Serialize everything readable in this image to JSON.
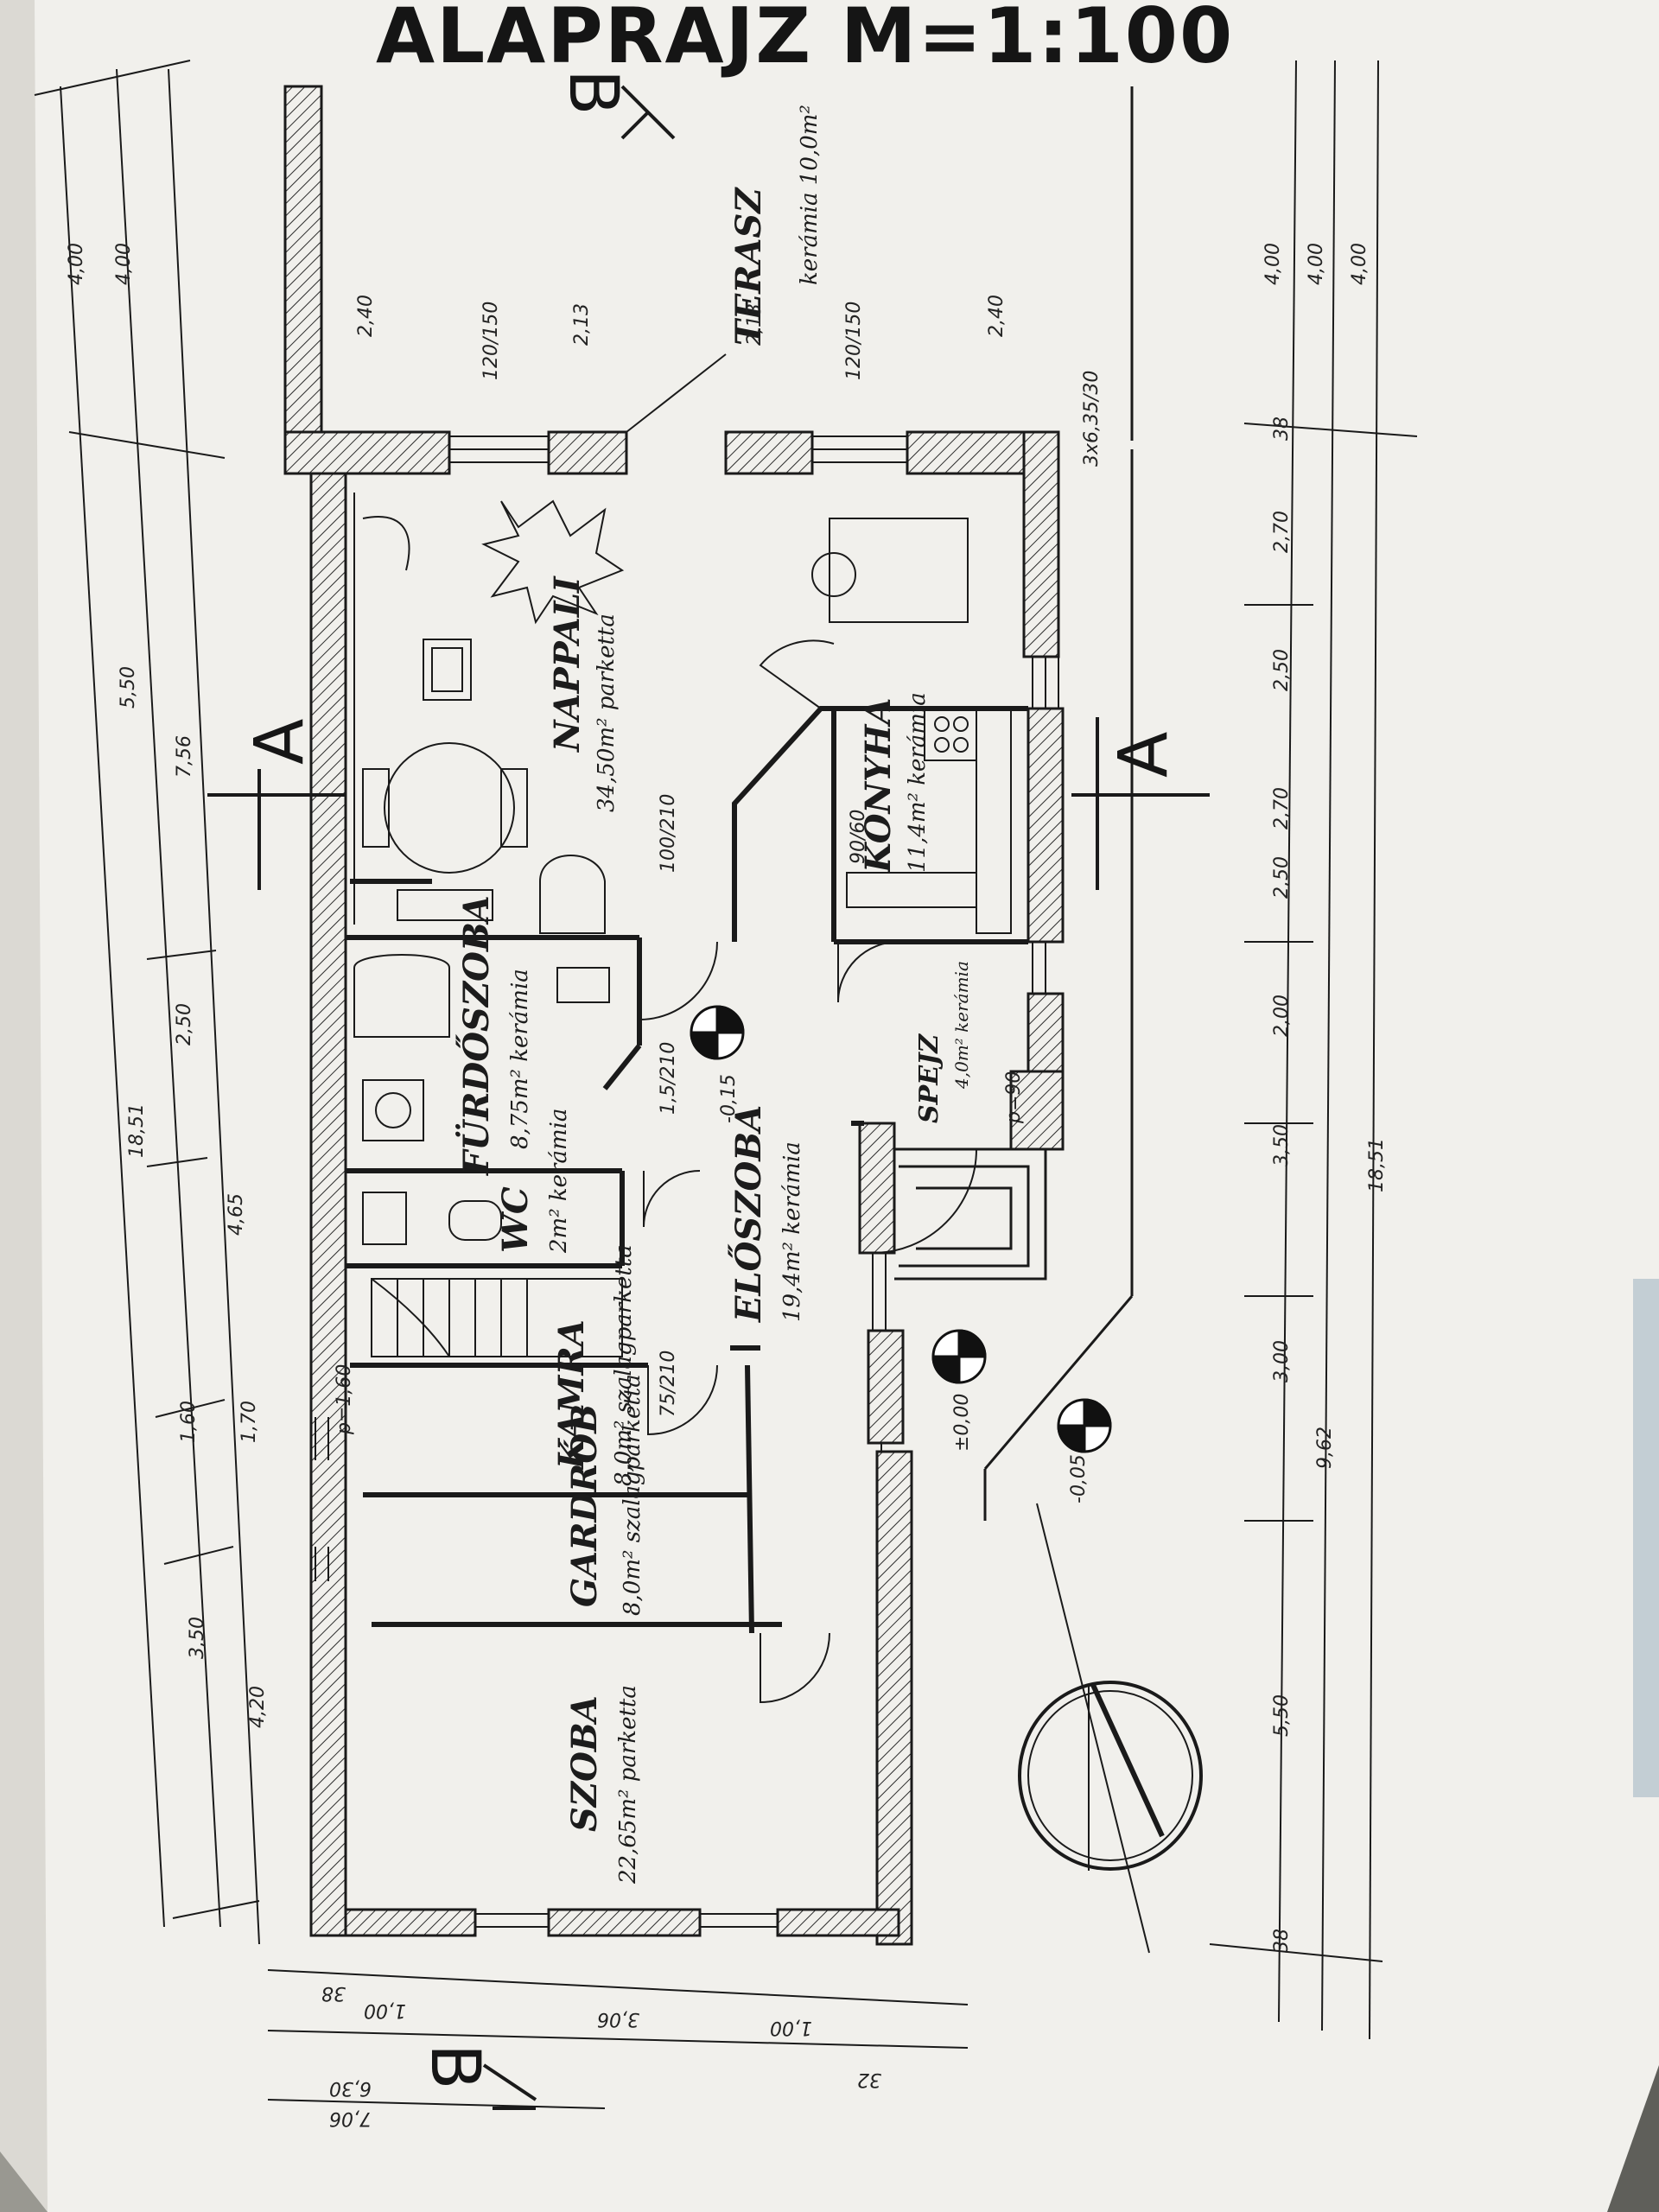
{
  "title": "ALAPRAJZ  M=1:100",
  "section_marks": {
    "a": "A",
    "b": "B"
  },
  "levels": {
    "hall": "-0,15",
    "entrance": "±0,00",
    "terrain": "-0,05"
  },
  "rooms": [
    {
      "name": "NAPPALI",
      "area": "34,50m² parketta"
    },
    {
      "name": "KONYHA",
      "area": "11,4m² kerámia"
    },
    {
      "name": "FÜRDŐSZOBA",
      "area": "8,75m² kerámia"
    },
    {
      "name": "WC",
      "area": "2m² kerámia"
    },
    {
      "name": "ELŐSZOBA",
      "area": "19,4m² kerámia"
    },
    {
      "name": "SPEJZ",
      "area": "4,0m² kerámia"
    },
    {
      "name": "KAMRA",
      "area": "8,0m² szalagparketta"
    },
    {
      "name": "GARDRÓB",
      "area": "8,0m² szalagparketta"
    },
    {
      "name": "SZOBA",
      "area": "22,65m² parketta"
    },
    {
      "name": "TERASZ",
      "area": "kerámia 10,0m²"
    }
  ],
  "dims_top_left": [
    "4,00",
    "4,00",
    "5,50",
    "7,56",
    "18,51",
    "2,50",
    "4,65",
    "1,60",
    "1,70",
    "3,50",
    "4,20"
  ],
  "dims_right": [
    "4,00",
    "4,00",
    "4,00",
    "38",
    "2,70",
    "2,50",
    "2,70",
    "2,50",
    "2,00",
    "3,50",
    "3,00",
    "9,62",
    "5,50",
    "38",
    "18,51"
  ],
  "dims_bottom": [
    "1,00",
    "3,06",
    "1,00",
    "6,30",
    "7,06",
    "38",
    "32"
  ],
  "door_window_marks": [
    "120/150",
    "100/210",
    "90/60",
    "1,5/210",
    "p=90",
    "p=1,60",
    "120/150",
    "2,40",
    "2,13",
    "2,13",
    "2,40",
    "3x6,35/30",
    "75/210"
  ],
  "colors": {
    "paper": "#f1f0ec",
    "ink": "#1a1a1a",
    "hatch": "#2b2b2b"
  }
}
